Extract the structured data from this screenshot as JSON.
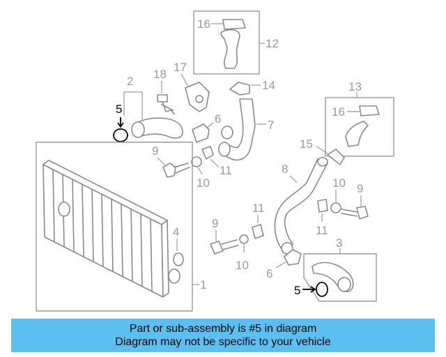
{
  "callouts": {
    "c1": "1",
    "c2": "2",
    "c3": "3",
    "c4": "4",
    "c5a": "5",
    "c5b": "5",
    "c6a": "6",
    "c6b": "6",
    "c7": "7",
    "c8": "8",
    "c9a": "9",
    "c9b": "9",
    "c9c": "9",
    "c10a": "10",
    "c10b": "10",
    "c10c": "10",
    "c11a": "11",
    "c11b": "11",
    "c11c": "11",
    "c12": "12",
    "c13": "13",
    "c14": "14",
    "c15": "15",
    "c16a": "16",
    "c16b": "16",
    "c17": "17",
    "c18": "18"
  },
  "banner": {
    "line1": "Part or sub-assembly is #5 in diagram",
    "line2": "Diagram may not be specific to your vehicle"
  },
  "colors": {
    "banner": "#5bc0f0",
    "part_line": "#8a8a8a",
    "highlight": "#000000"
  }
}
